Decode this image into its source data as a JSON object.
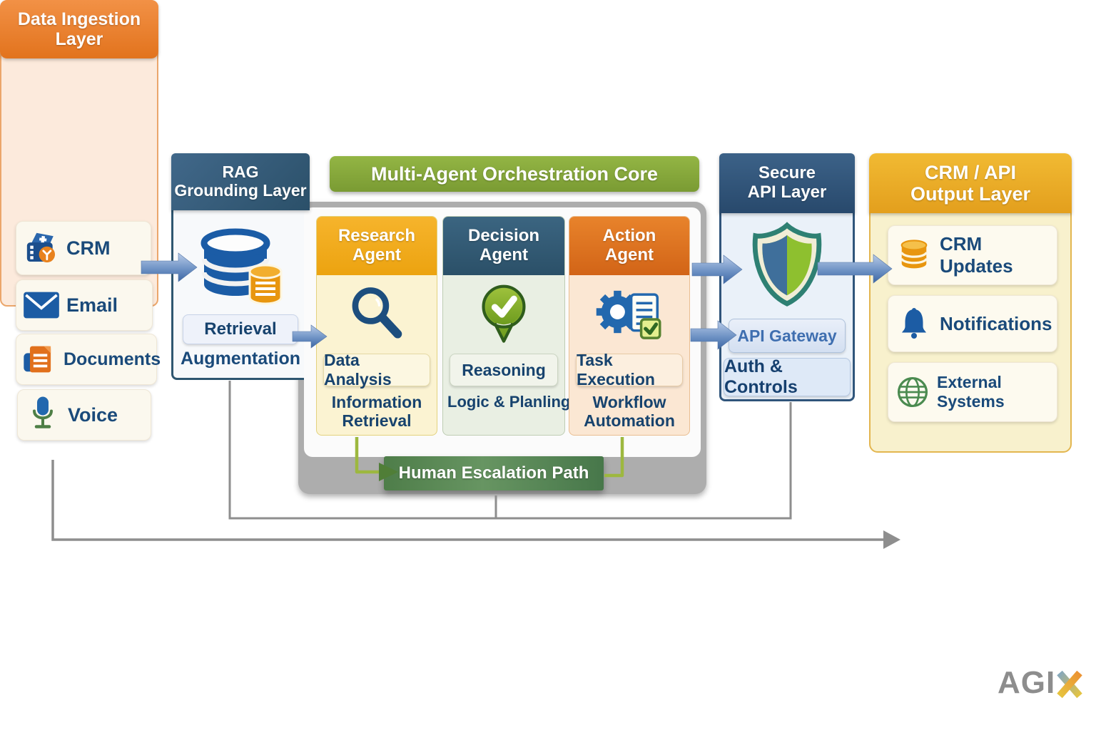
{
  "ingestion": {
    "title": [
      "Data Ingestion",
      "Layer"
    ],
    "items": [
      "CRM",
      "Email",
      "Documents",
      "Voice"
    ]
  },
  "rag": {
    "title": [
      "RAG",
      "Grounding Layer"
    ],
    "steps": [
      "Retrieval",
      "Augmentation"
    ]
  },
  "orchestration": {
    "title": "Multi-Agent Orchestration Core",
    "agents": [
      {
        "title": [
          "Research",
          "Agent"
        ],
        "box": "Data Analysis",
        "caption": "Information Retrieval",
        "icon": "magnifier"
      },
      {
        "title": [
          "Decision",
          "Agent"
        ],
        "box": "Reasoning",
        "caption": "Logic & Planling",
        "icon": "check-pin"
      },
      {
        "title": [
          "Action",
          "Agent"
        ],
        "box": "Task Execution",
        "caption": "Workflow Automation",
        "icon": "gear-document"
      }
    ],
    "escalation_label": "Human Escalation Path"
  },
  "secure_api": {
    "title": [
      "Secure",
      "API Layer"
    ],
    "boxes": [
      "API Gateway",
      "Auth & Controls"
    ]
  },
  "output": {
    "title": [
      "CRM / API",
      "Output Layer"
    ],
    "items": [
      "CRM Updates",
      "Notifications",
      "External Systems"
    ]
  },
  "logo": {
    "gray": "AGI",
    "accent": "X"
  },
  "colors": {
    "ingestion_header": "#E8791F",
    "rag_header": "#2F5670",
    "orchestration_banner": "#82A437",
    "research_header": "#F0A81C",
    "decision_header": "#31586F",
    "action_header": "#DD7120",
    "secure_header": "#2B4E73",
    "output_header": "#E9A826",
    "escalation_banner": "#56854F",
    "arrow_blue": "#4A72B0",
    "connector_gray": "#8E8E8E",
    "connector_olive": "#9DB83F",
    "label_navy": "#1A4A7A"
  }
}
